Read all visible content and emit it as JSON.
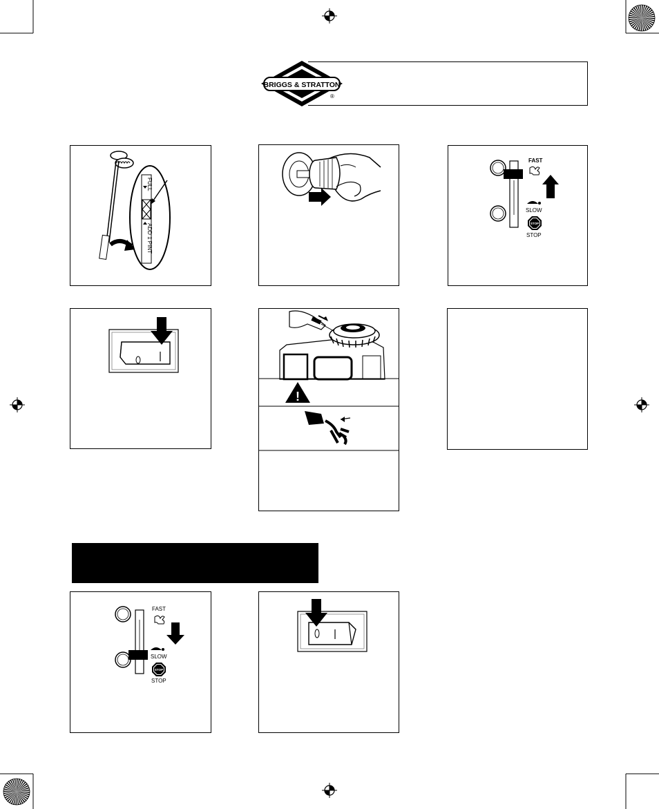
{
  "brand": {
    "logo_text": "BRIGGS & STRATTON",
    "registered": "®"
  },
  "dipstick": {
    "full_label": "FULL",
    "add_label": "ADD 1 PINT"
  },
  "throttle": {
    "fast": "FAST",
    "slow": "SLOW",
    "stop": "STOP",
    "stop_sign": "STOP"
  },
  "warning": {
    "symbol": "!"
  },
  "colors": {
    "ink": "#000000",
    "paper": "#ffffff",
    "mid_grey": "#808080"
  }
}
